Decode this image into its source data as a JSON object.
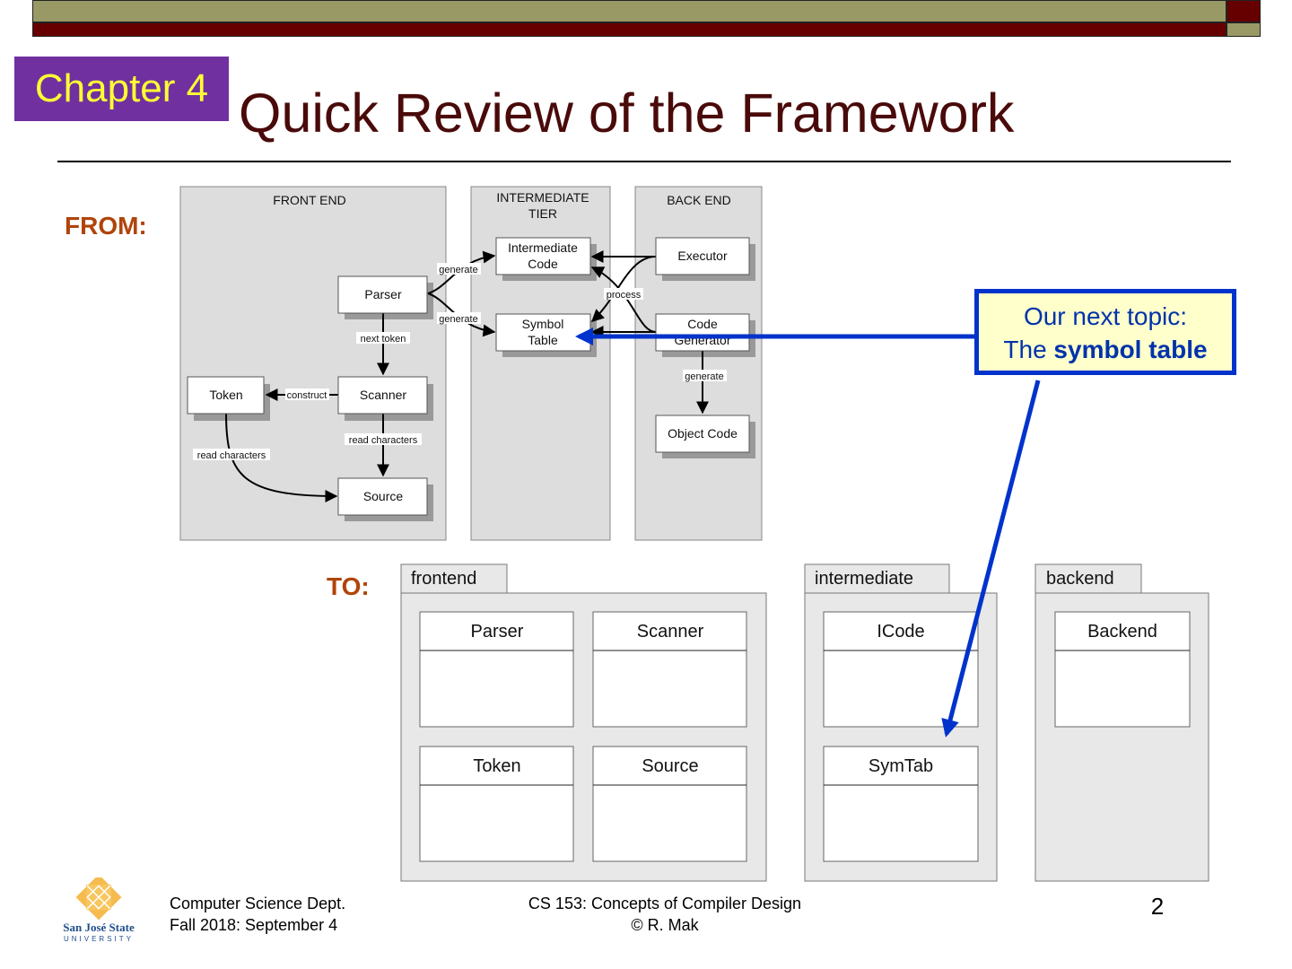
{
  "slide": {
    "chapter_badge": "Chapter 4",
    "title": "Quick Review of the Framework",
    "from_label": "FROM:",
    "to_label": "TO:",
    "colors": {
      "header_olive": "#999966",
      "header_maroon": "#660000",
      "badge_purple": "#7030a0",
      "badge_text": "#ffff33",
      "title_text": "#4a0a0a",
      "label_orange": "#b0440a",
      "callout_blue": "#0033cc",
      "callout_fill": "#ffffcc"
    }
  },
  "from_diagram": {
    "tiers": [
      {
        "name": "FRONT END"
      },
      {
        "name_line1": "INTERMEDIATE",
        "name_line2": "TIER"
      },
      {
        "name": "BACK END"
      }
    ],
    "nodes": {
      "parser": "Parser",
      "scanner": "Scanner",
      "token": "Token",
      "source": "Source",
      "icode_line1": "Intermediate",
      "icode_line2": "Code",
      "symtab_line1": "Symbol",
      "symtab_line2": "Table",
      "executor": "Executor",
      "codegen_line1": "Code",
      "codegen_line2": "Generator",
      "objcode": "Object Code"
    },
    "edge_labels": {
      "generate_icode": "generate",
      "generate_symtab": "generate",
      "next_token": "next token",
      "construct": "construct",
      "scanner_read": "read characters",
      "token_read": "read characters",
      "process": "process",
      "codegen_generate": "generate"
    }
  },
  "to_diagram": {
    "packages": [
      {
        "name": "frontend",
        "classes": [
          "Parser",
          "Scanner",
          "Token",
          "Source"
        ]
      },
      {
        "name": "intermediate",
        "classes": [
          "ICode",
          "SymTab"
        ]
      },
      {
        "name": "backend",
        "classes": [
          "Backend"
        ]
      }
    ]
  },
  "callout": {
    "line1": "Our next topic:",
    "line2_prefix": "The ",
    "line2_bold": "symbol table"
  },
  "footer": {
    "logo_line1": "San José State",
    "logo_line2": "UNIVERSITY",
    "dept": "Computer Science Dept.",
    "date": "Fall 2018: September 4",
    "course": "CS 153: Concepts of Compiler Design",
    "author": "© R. Mak",
    "page_number": "2"
  }
}
